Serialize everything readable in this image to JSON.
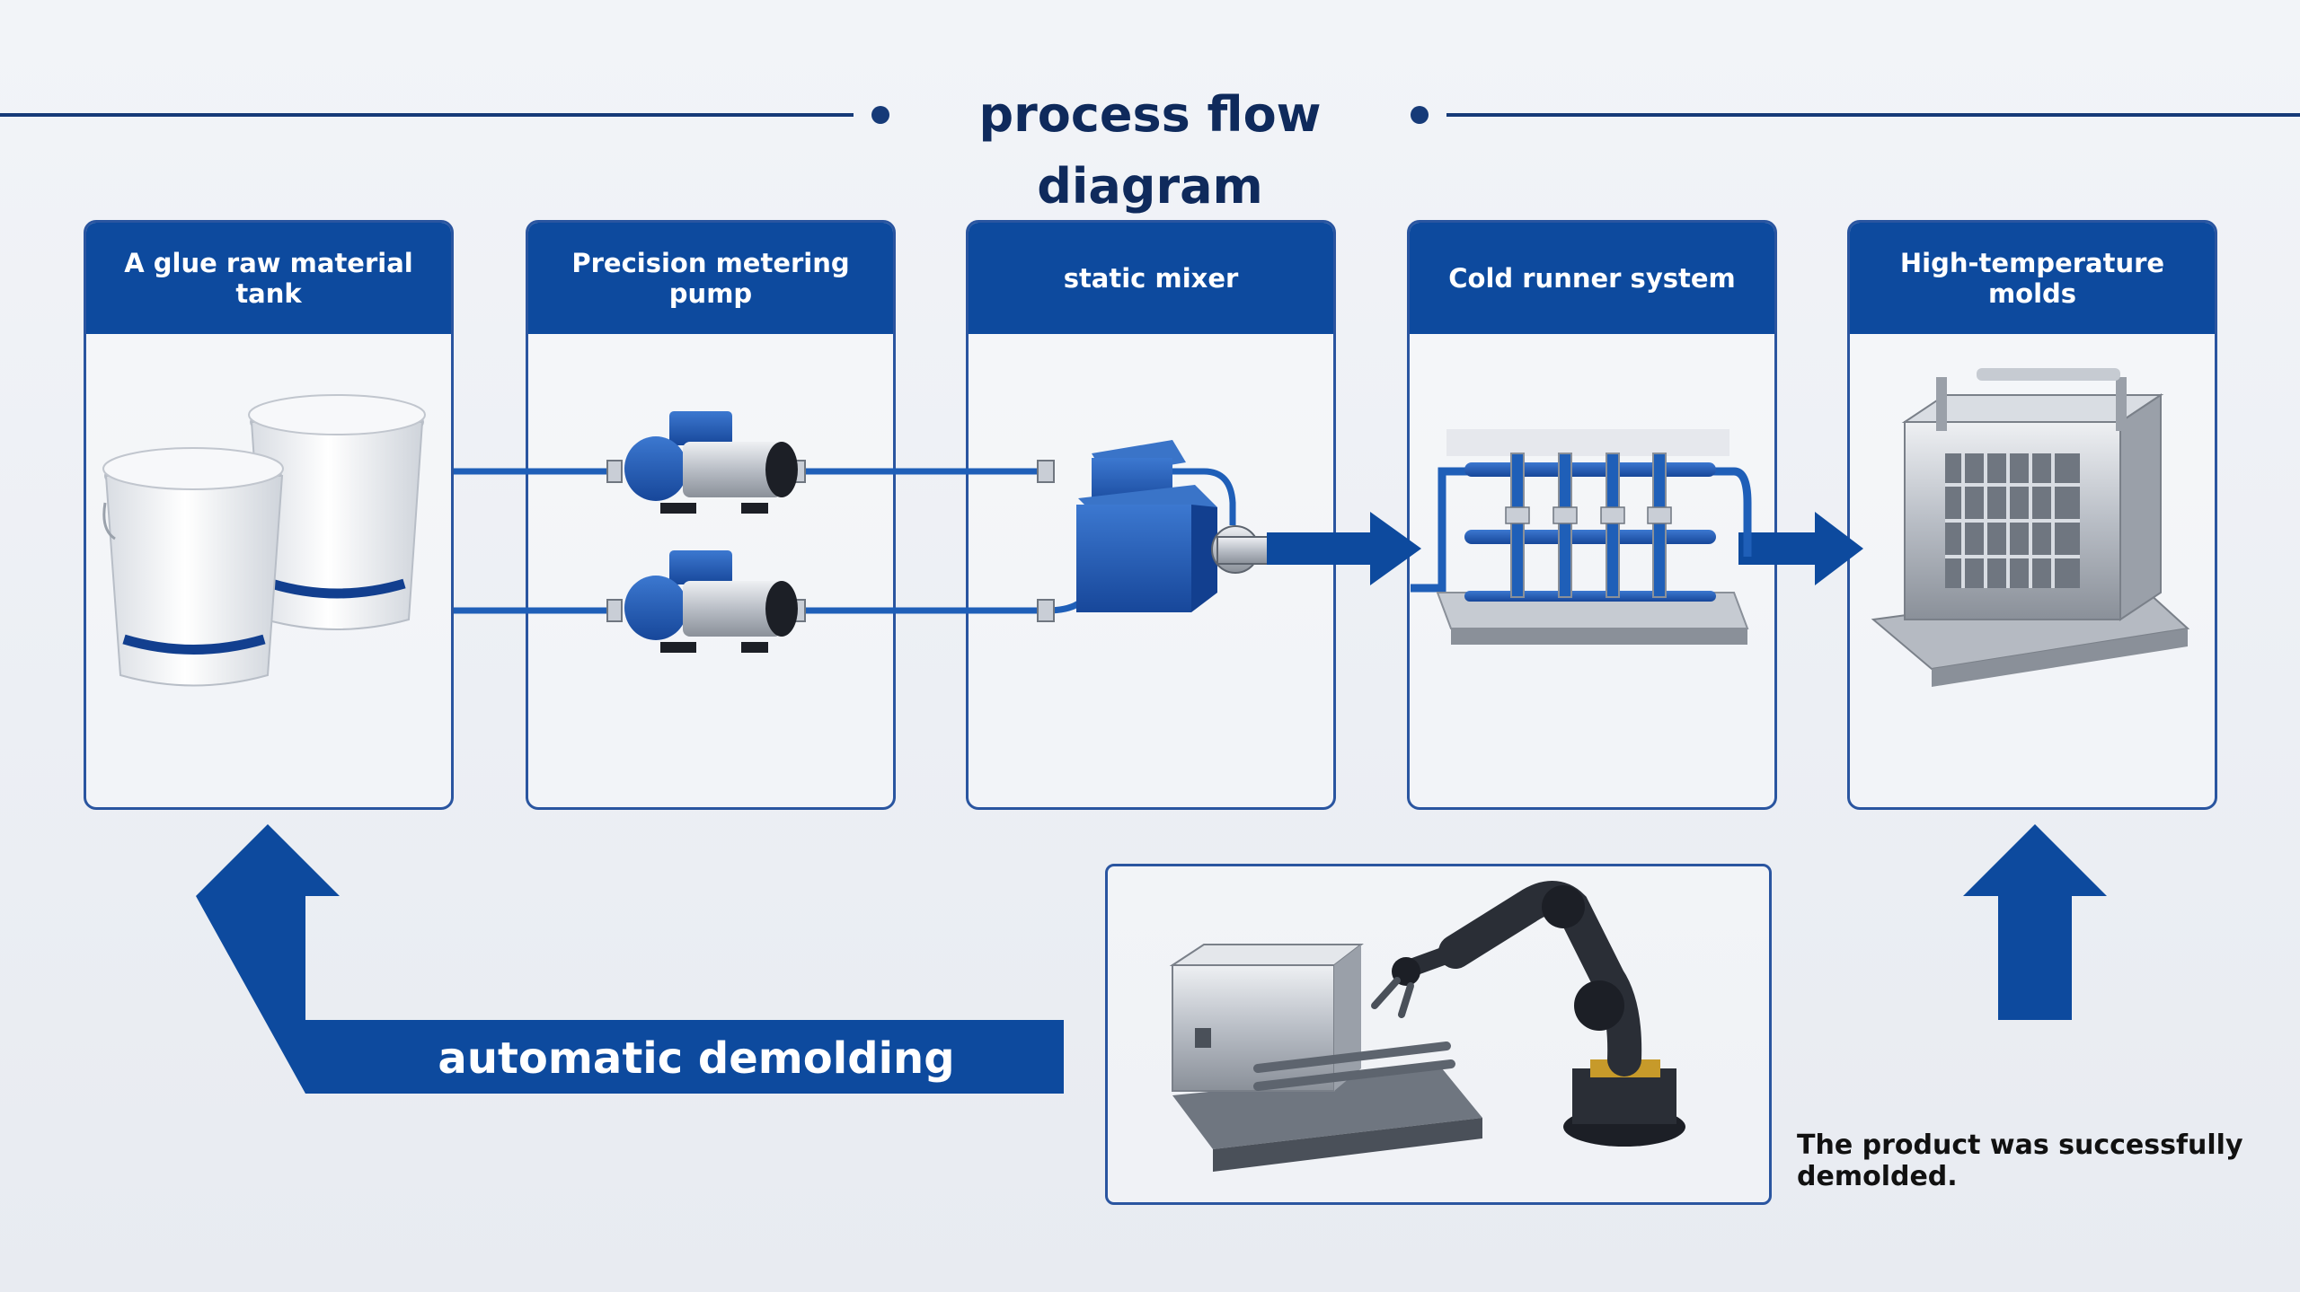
{
  "header": {
    "title": "process flow diagram"
  },
  "stages": [
    {
      "label": "A glue raw material tank",
      "icon": "glue-buckets-icon"
    },
    {
      "label": "Precision metering pump",
      "icon": "metering-pump-icon"
    },
    {
      "label": "static mixer",
      "icon": "static-mixer-icon"
    },
    {
      "label": "Cold runner system",
      "icon": "cold-runner-manifold-icon"
    },
    {
      "label": "High-temperature molds",
      "icon": "mold-press-icon"
    }
  ],
  "return_loop": {
    "label": "automatic demolding",
    "caption": "The product was successfully demolded.",
    "icon": "robot-arm-demolding-icon"
  },
  "colors": {
    "brand_blue": "#0d4a9e",
    "dark_navy": "#0f2a5c",
    "pipe_blue": "#1f5fb8",
    "background": "#eef1f6"
  }
}
